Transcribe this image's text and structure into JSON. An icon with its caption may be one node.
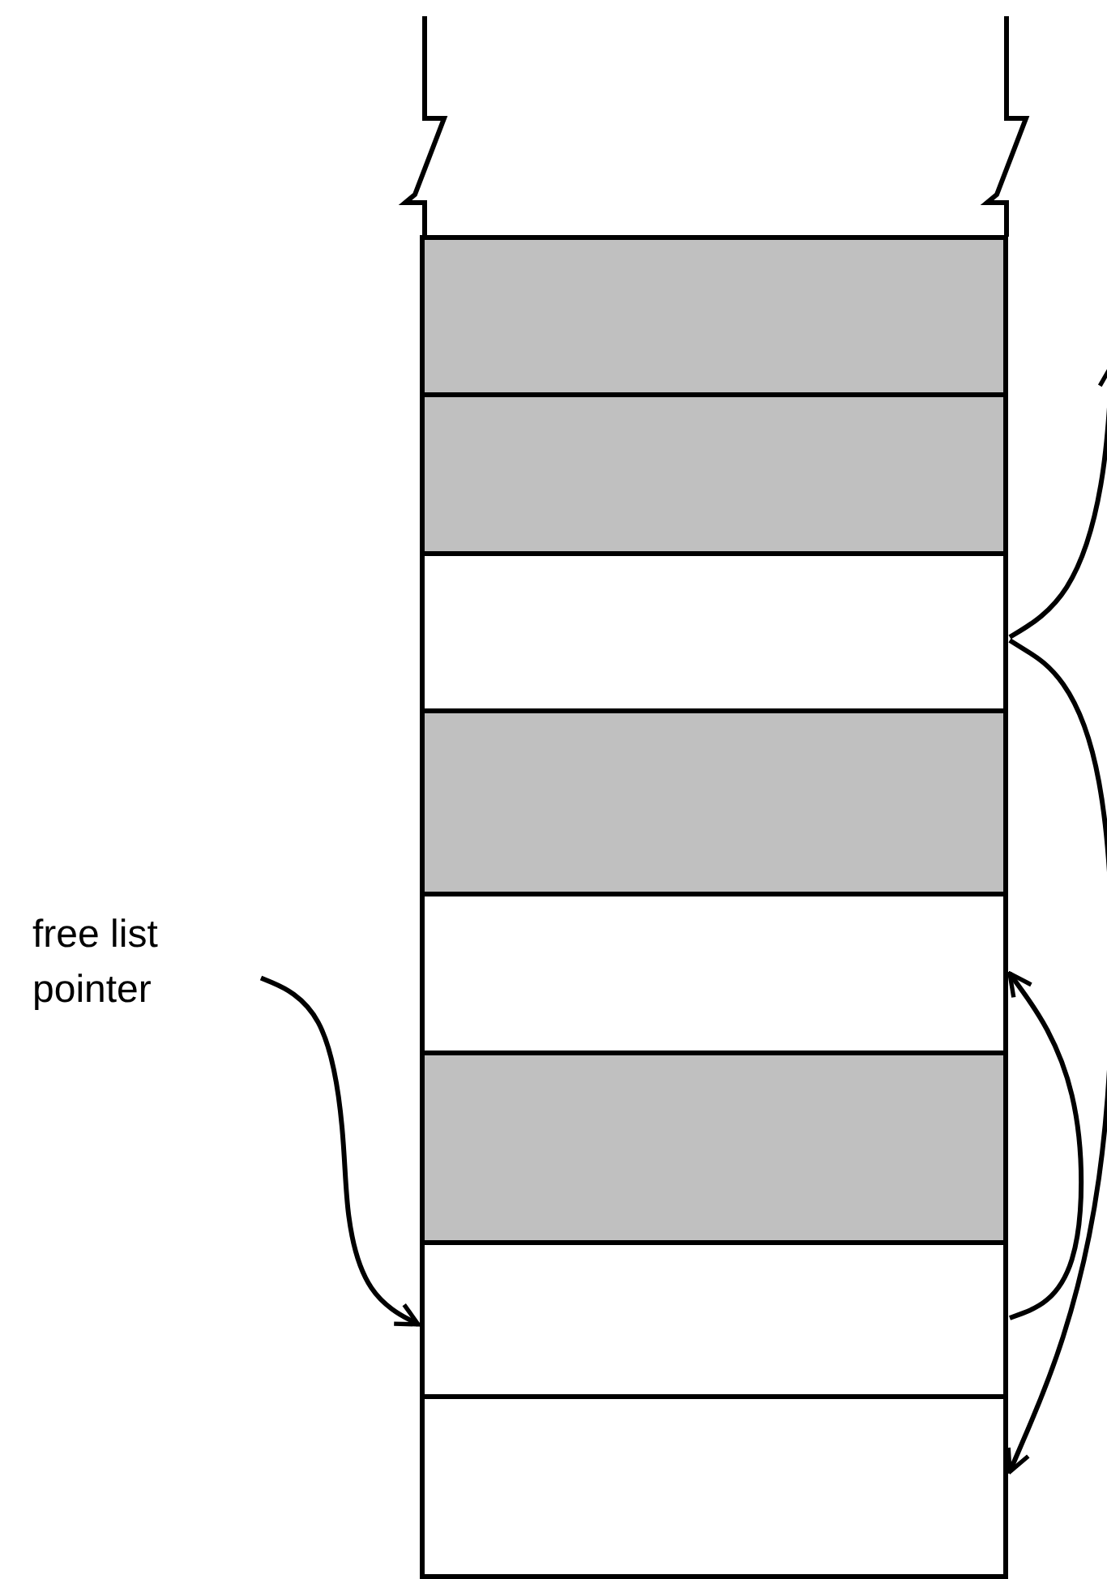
{
  "diagram": {
    "nodes": [
      {
        "text": [],
        "shape": "box"
      },
      {
        "text": [],
        "shape": "box"
      },
      {
        "text": [],
        "shape": "box"
      },
      {
        "text": [],
        "shape": "box"
      },
      {
        "text": [],
        "shape": "box"
      },
      {
        "text": [],
        "shape": "box"
      },
      {
        "text": [],
        "shape": "box"
      },
      {
        "text": [],
        "shape": "box"
      },
      {
        "text": [
          "free list pointer"
        ]
      }
    ],
    "edges": [
      {
        "from": 8,
        "to": 6,
        "arrow": "to"
      },
      {
        "from": 6,
        "to": 4,
        "arrow": "to"
      },
      {
        "from": 2,
        "to": null,
        "arrow": "to"
      },
      {
        "from": 2,
        "to": 7,
        "arrow": "to"
      }
    ]
  }
}
